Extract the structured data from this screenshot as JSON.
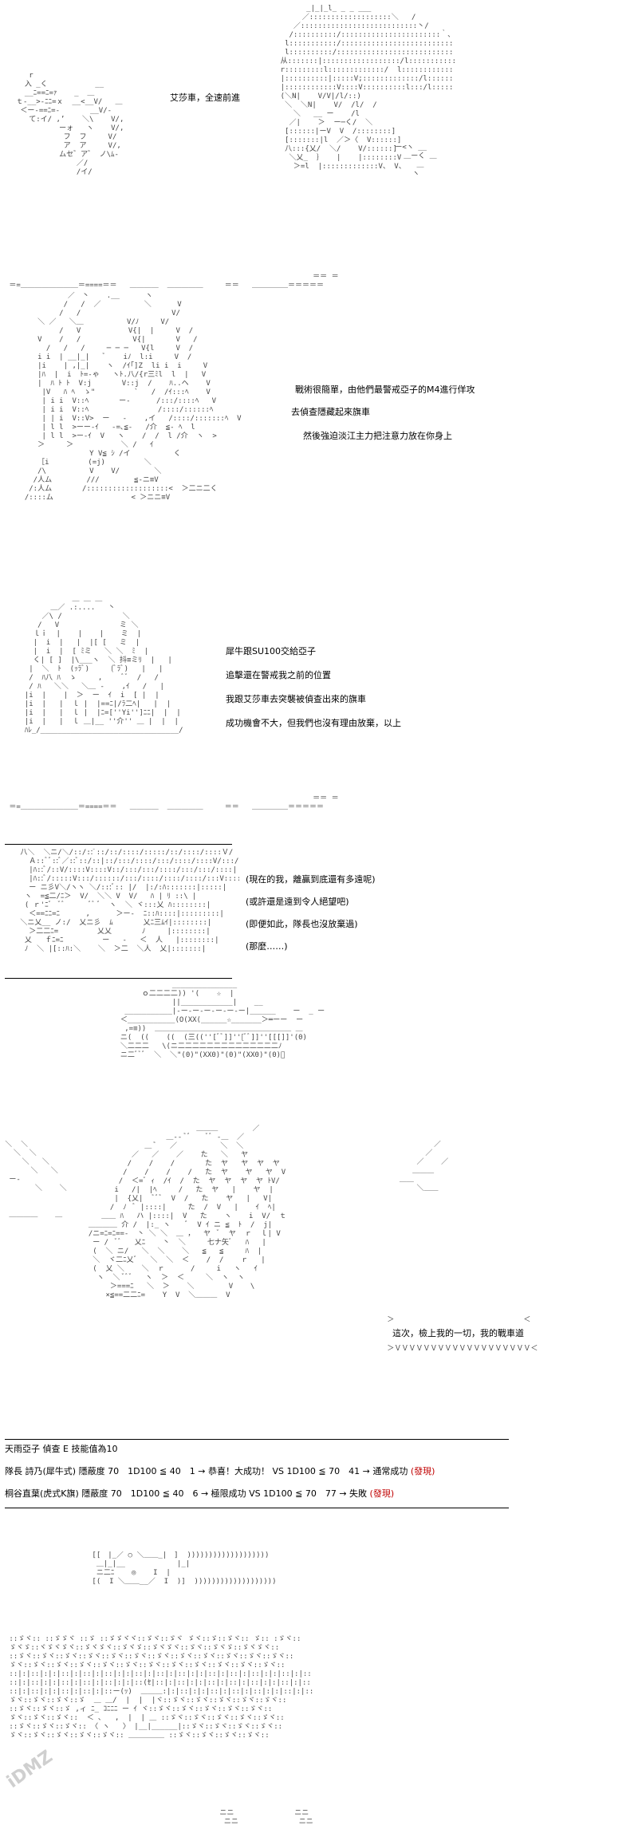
{
  "panel1": {
    "dialogue": "艾莎車，全速前進"
  },
  "panel2": {
    "lines": [
      "戰術很簡單，由他們最警戒亞子的M4進行佯攻",
      "去偵查隱藏起來旗車",
      "然後強迫淡江主力把注意力放在你身上"
    ]
  },
  "panel3": {
    "lines": [
      "犀牛跟SU100交給亞子",
      "追擊還在警戒我之前的位置",
      "我跟艾莎車去突襲被偵查出來的旗車",
      "成功機會不大，但我們也沒有理由放棄，以上"
    ]
  },
  "panel4": {
    "lines": [
      "(現在的我，離贏到底還有多遠呢)",
      "(或許還是遠到令人絕望吧)",
      "(即便如此，隊長也沒放棄過)",
      "(那麼……)"
    ]
  },
  "panel6": {
    "dialogue": "這次，檢上我的一切，我的戰車道"
  },
  "dice": {
    "header": "天雨亞子 偵查 E 技能值為10",
    "row1_main": "隊長 詩乃(犀牛式) 隱蔽度 70　1D100 ≦ 40　1 → 恭喜！大成功！ VS 1D100 ≦ 70　41 → 通常成功",
    "row1_tag": "(發現)",
    "row2_main": "桐谷直葉(虎式K旗) 隱蔽度 70　1D100 ≦ 40　6 → 極限成功 VS 1D100 ≦ 70　77 → 失敗",
    "row2_tag": "(發現)"
  },
  "watermark": "iDMZ"
}
